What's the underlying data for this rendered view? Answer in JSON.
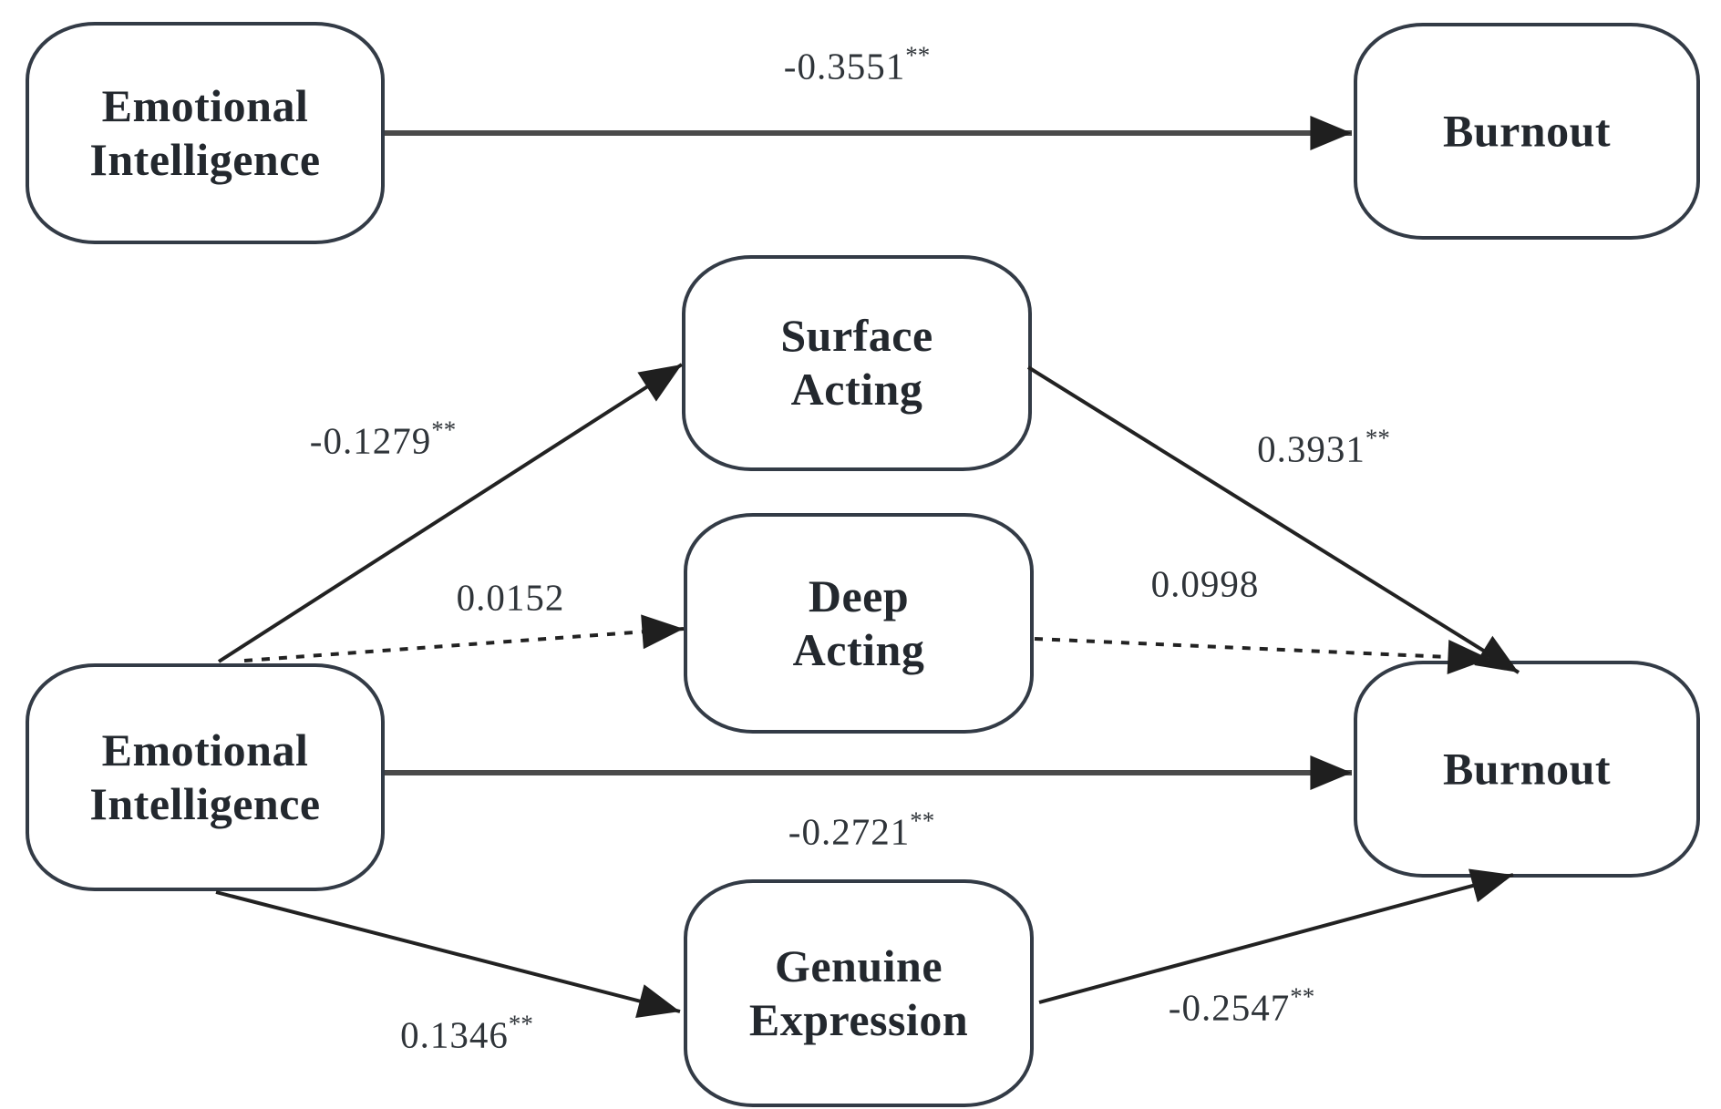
{
  "diagram": {
    "type": "path-model",
    "background_color": "#ffffff",
    "box_border_color": "#333b46",
    "line_color": "#2b2b2b",
    "text_color": "#23282e",
    "significance_marker": "**",
    "nodes": {
      "ei_top": {
        "label": "Emotional\nIntelligence"
      },
      "burnout_top": {
        "label": "Burnout"
      },
      "ei_bottom": {
        "label": "Emotional\nIntelligence"
      },
      "surface": {
        "label": "Surface\nActing"
      },
      "deep": {
        "label": "Deep\nActing"
      },
      "genuine": {
        "label": "Genuine\nExpression"
      },
      "burnout_bottom": {
        "label": "Burnout"
      }
    },
    "coefficients": {
      "ei_burnout_total": {
        "value": "-0.3551",
        "stars": "**"
      },
      "ei_surface": {
        "value": "-0.1279",
        "stars": "**"
      },
      "ei_deep": {
        "value": "0.0152",
        "stars": ""
      },
      "ei_genuine": {
        "value": "0.1346",
        "stars": "**"
      },
      "surface_burnout": {
        "value": "0.3931",
        "stars": "**"
      },
      "deep_burnout": {
        "value": "0.0998",
        "stars": ""
      },
      "ei_burnout_direct": {
        "value": "-0.2721",
        "stars": "**"
      },
      "genuine_burnout": {
        "value": "-0.2547",
        "stars": "**"
      }
    },
    "edges": [
      {
        "from": "ei_top",
        "to": "burnout_top",
        "coefficient": "-0.3551",
        "significance": "**",
        "style": "solid"
      },
      {
        "from": "ei_bottom",
        "to": "surface",
        "coefficient": "-0.1279",
        "significance": "**",
        "style": "solid"
      },
      {
        "from": "ei_bottom",
        "to": "deep",
        "coefficient": "0.0152",
        "significance": "",
        "style": "dashed"
      },
      {
        "from": "ei_bottom",
        "to": "genuine",
        "coefficient": "0.1346",
        "significance": "**",
        "style": "solid"
      },
      {
        "from": "ei_bottom",
        "to": "burnout_bottom",
        "coefficient": "-0.2721",
        "significance": "**",
        "style": "solid"
      },
      {
        "from": "surface",
        "to": "burnout_bottom",
        "coefficient": "0.3931",
        "significance": "**",
        "style": "solid"
      },
      {
        "from": "deep",
        "to": "burnout_bottom",
        "coefficient": "0.0998",
        "significance": "",
        "style": "dashed"
      },
      {
        "from": "genuine",
        "to": "burnout_bottom",
        "coefficient": "-0.2547",
        "significance": "**",
        "style": "solid"
      }
    ]
  }
}
